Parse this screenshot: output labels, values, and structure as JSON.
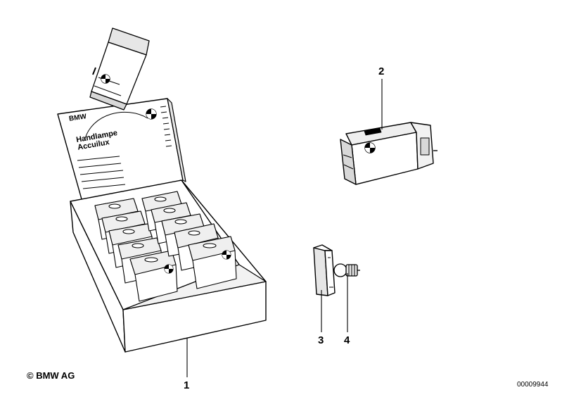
{
  "box_lid": {
    "brand": "BMW",
    "title_line1": "Handlampe",
    "title_line2": "Accuilux"
  },
  "callouts": [
    "1",
    "2",
    "3",
    "4"
  ],
  "footer": {
    "copyright": "© BMW AG",
    "diagram_number": "00009944"
  },
  "colors": {
    "line": "#000000",
    "background": "#ffffff",
    "shade": "#d8d8d8"
  }
}
